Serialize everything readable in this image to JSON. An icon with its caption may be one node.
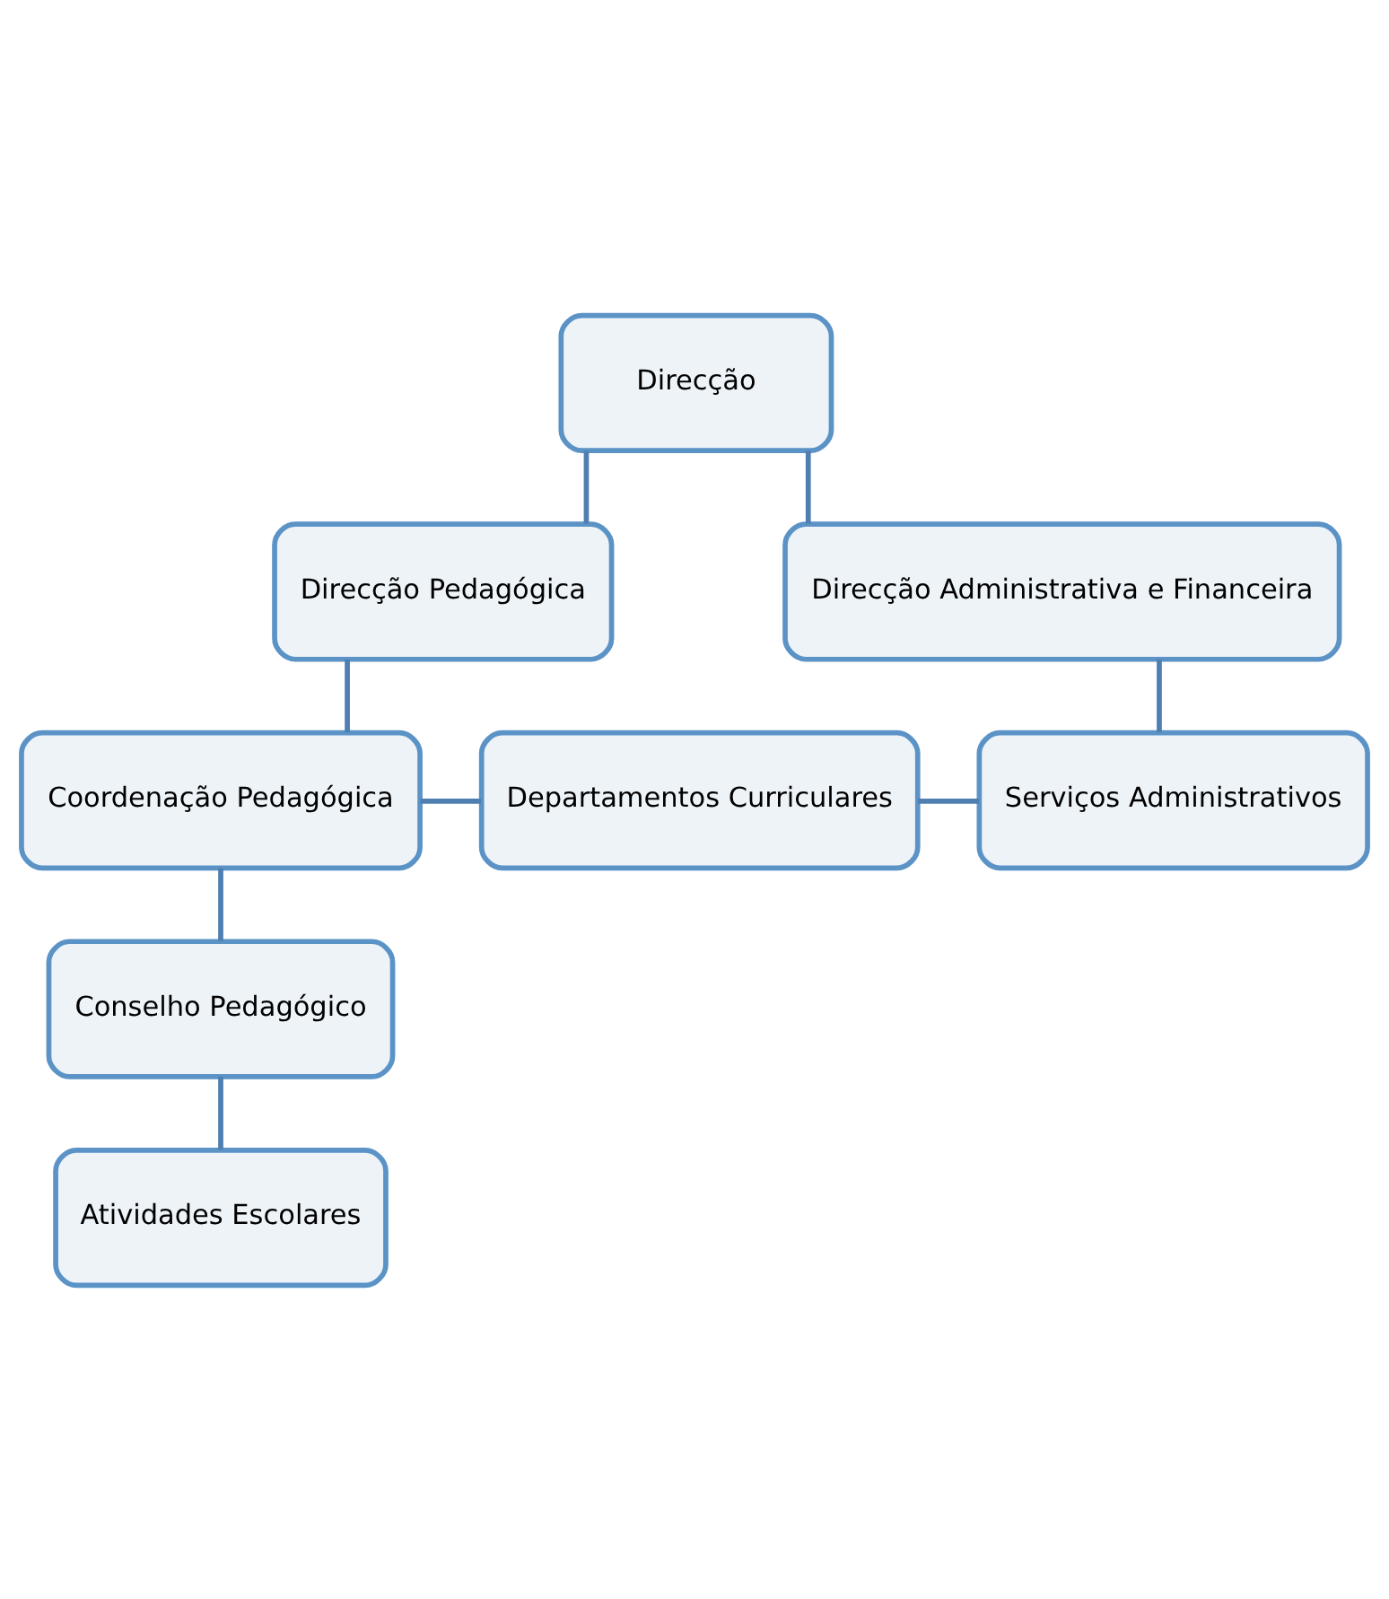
{
  "diagram": {
    "nodes": [
      {
        "text": [
          "Direcção"
        ]
      },
      {
        "text": [
          "Direcção Pedagógica"
        ]
      },
      {
        "text": [
          "Direcção Administrativa e Financeira"
        ]
      },
      {
        "text": [
          "Coordenação Pedagógica"
        ]
      },
      {
        "text": [
          "Departamentos Curriculares"
        ]
      },
      {
        "text": [
          "Serviços Administrativos"
        ]
      },
      {
        "text": [
          "Conselho Pedagógico"
        ]
      },
      {
        "text": [
          "Atividades Escolares"
        ]
      }
    ],
    "edges": [
      {
        "from": 0,
        "to": 1,
        "arrow": "none"
      },
      {
        "from": 0,
        "to": 2,
        "arrow": "none"
      },
      {
        "from": 1,
        "to": 3,
        "arrow": "none"
      },
      {
        "from": 2,
        "to": 5,
        "arrow": "none"
      },
      {
        "from": 3,
        "to": 4,
        "arrow": "none"
      },
      {
        "from": 4,
        "to": 5,
        "arrow": "none"
      },
      {
        "from": 3,
        "to": 6,
        "arrow": "none"
      },
      {
        "from": 6,
        "to": 7,
        "arrow": "none"
      }
    ]
  }
}
